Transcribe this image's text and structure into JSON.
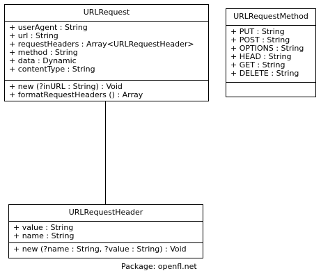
{
  "classes": {
    "url_request": {
      "name": "URLRequest",
      "attributes": [
        "+ userAgent : String",
        "+ url : String",
        "+ requestHeaders : Array<URLRequestHeader>",
        "+ method : String",
        "+ data : Dynamic",
        "+ contentType : String"
      ],
      "operations": [
        "+ new (?inURL : String) : Void",
        "+ formatRequestHeaders () : Array"
      ]
    },
    "url_request_method": {
      "name": "URLRequestMethod",
      "attributes": [
        "+ PUT : String",
        "+ POST : String",
        "+ OPTIONS : String",
        "+ HEAD : String",
        "+ GET : String",
        "+ DELETE : String"
      ],
      "operations": []
    },
    "url_request_header": {
      "name": "URLRequestHeader",
      "attributes": [
        "+ value : String",
        "+ name : String"
      ],
      "operations": [
        "+ new (?name : String, ?value : String) : Void"
      ]
    }
  },
  "package_label": "Package: openfl.net"
}
